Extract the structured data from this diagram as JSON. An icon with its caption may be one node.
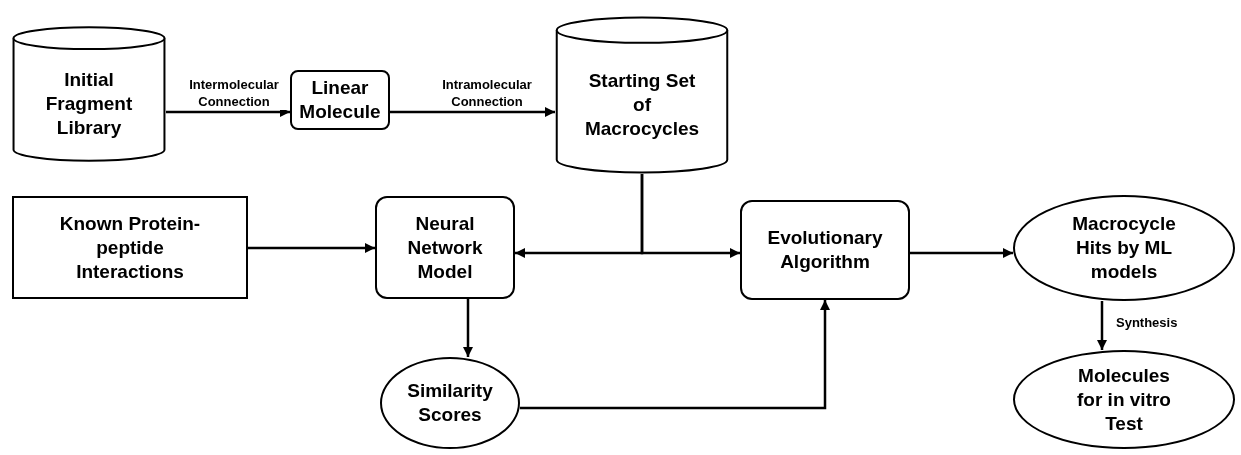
{
  "diagram": {
    "nodes": [
      {
        "text": [
          "Initial Fragment Library"
        ]
      },
      {
        "text": [
          "Linear Molecule"
        ]
      },
      {
        "text": [
          "Starting Set of Macrocycles"
        ]
      },
      {
        "text": [
          "Known Protein-peptide Interactions"
        ]
      },
      {
        "text": [
          "Neural Network Model"
        ]
      },
      {
        "text": [
          "Evolutionary Algorithm"
        ]
      },
      {
        "text": [
          "Macrocycle Hits by ML models"
        ]
      },
      {
        "text": [
          "Similarity Scores"
        ]
      },
      {
        "text": [
          "Molecules for in vitro Test"
        ]
      }
    ],
    "edges": [
      {
        "from": 0,
        "to": 1,
        "arrow": "to",
        "label": "Intermolecular Connection"
      },
      {
        "from": 1,
        "to": 2,
        "arrow": "to",
        "label": "Intramolecular Connection"
      },
      {
        "from": 2,
        "to": 4,
        "arrow": "to"
      },
      {
        "from": 2,
        "to": 5,
        "arrow": "to"
      },
      {
        "from": 3,
        "to": 4,
        "arrow": "to"
      },
      {
        "from": 4,
        "to": 7,
        "arrow": "to"
      },
      {
        "from": 7,
        "to": 5,
        "arrow": "to"
      },
      {
        "from": 5,
        "to": 6,
        "arrow": "to"
      },
      {
        "from": 6,
        "to": 8,
        "arrow": "to",
        "label": "Synthesis"
      }
    ]
  }
}
